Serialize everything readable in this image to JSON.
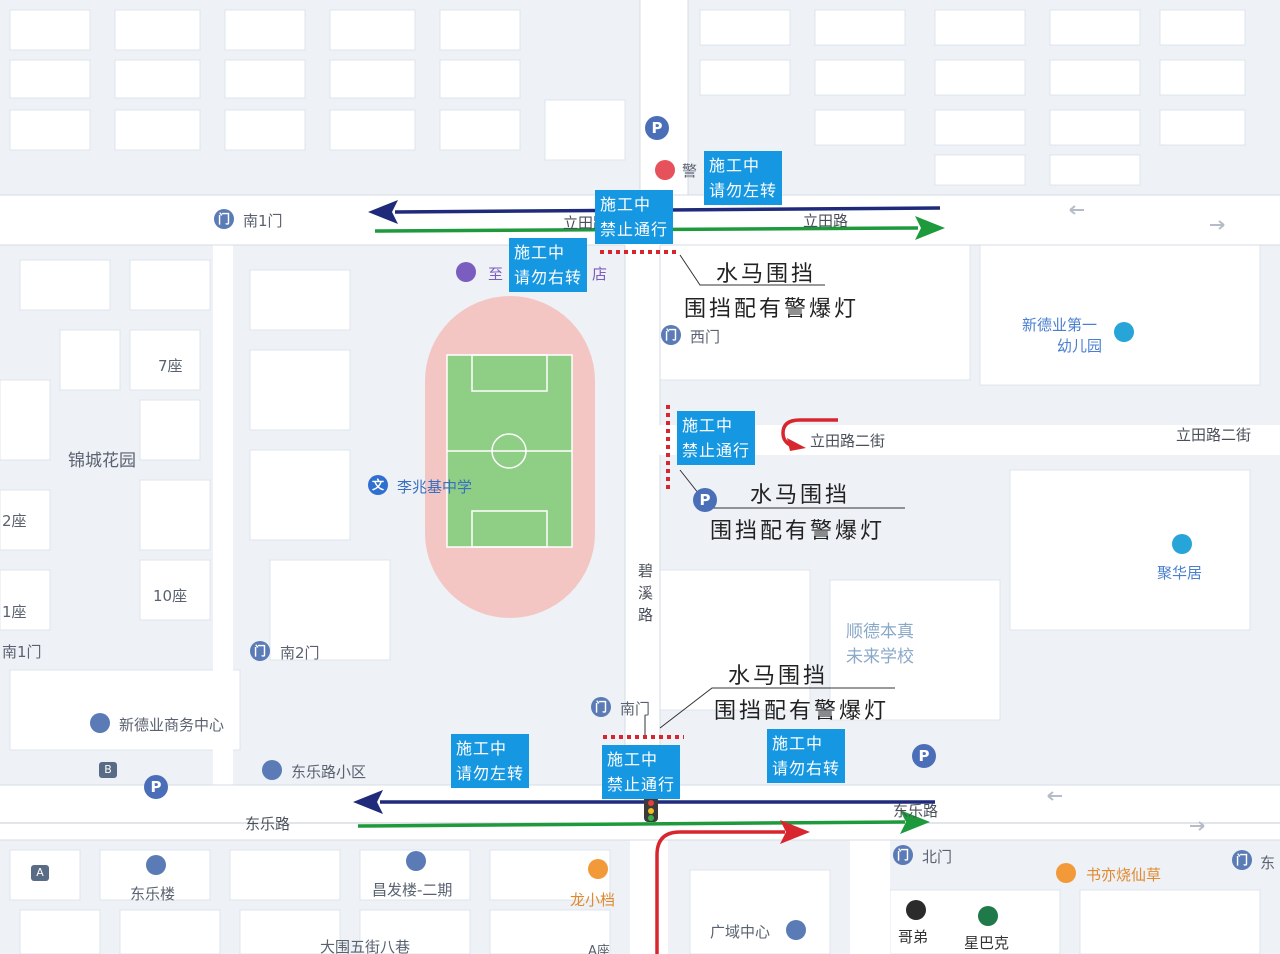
{
  "roads": {
    "litian_top_left": "立田路",
    "litian_top_right": "立田路",
    "litian_er_center": "立田路二街",
    "litian_er_right": "立田路二街",
    "dongle_left": "东乐路",
    "dongle_right": "东乐路",
    "bixi": "碧溪路"
  },
  "pois": {
    "nan1men_top": "南1门",
    "nan1men_left": "南1门",
    "zhi_store": "至",
    "store_tail": "店",
    "jing": "警",
    "xi_men": "西门",
    "kindergarten_l1": "新德业第一",
    "kindergarten_l2": "幼儿园",
    "zuo7": "7座",
    "jincheng": "锦城花园",
    "zuo2": "2座",
    "zuo1": "1座",
    "zuo10": "10座",
    "school_lizhao": "李兆基中学",
    "nan2men": "南2门",
    "nanmen": "南门",
    "school_shunde_l1": "顺德本真",
    "school_shunde_l2": "未来学校",
    "juhuaju": "聚华居",
    "business_center": "新德业商务中心",
    "dongle_community": "东乐路小区",
    "dongle_lou": "东乐楼",
    "changfa": "昌发楼-二期",
    "longxiaodang": "龙小档",
    "guangyu": "广域中心",
    "beimen": "北门",
    "shuyi": "书亦烧仙草",
    "gedi": "哥弟",
    "starbucks": "星巴克",
    "dawei": "大围五街八巷",
    "a_zuo": "A座",
    "east_edge": "东"
  },
  "signs": {
    "top_no_left": {
      "line1": "施工中",
      "line2": "请勿左转"
    },
    "top_no_pass": {
      "line1": "施工中",
      "line2": "禁止通行"
    },
    "top_no_right": {
      "line1": "施工中",
      "line2": "请勿右转"
    },
    "mid_no_pass": {
      "line1": "施工中",
      "line2": "禁止通行"
    },
    "bottom_no_left": {
      "line1": "施工中",
      "line2": "请勿左转"
    },
    "bottom_no_pass": {
      "line1": "施工中",
      "line2": "禁止通行"
    },
    "bottom_no_right": {
      "line1": "施工中",
      "line2": "请勿右转"
    }
  },
  "notes": {
    "barrier_1": {
      "line1": "水马围挡",
      "line2": "围挡配有警爆灯"
    },
    "barrier_2": {
      "line1": "水马围挡",
      "line2": "围挡配有警爆灯"
    },
    "barrier_3": {
      "line1": "水马围挡",
      "line2": "围挡配有警爆灯"
    }
  },
  "icons": {
    "parking": "P",
    "gate": "门",
    "school": "文",
    "bus_stop_b": "B",
    "bus_stop_a": "A"
  },
  "colors": {
    "arrow_west": "#1f2a7a",
    "arrow_east": "#1e9a3c",
    "detour_arrow": "#d8262f",
    "barrier_dots": "#d8262f",
    "sign_bg": "#1597e1",
    "track": "#f3c6c3",
    "pitch": "#8fce85"
  }
}
